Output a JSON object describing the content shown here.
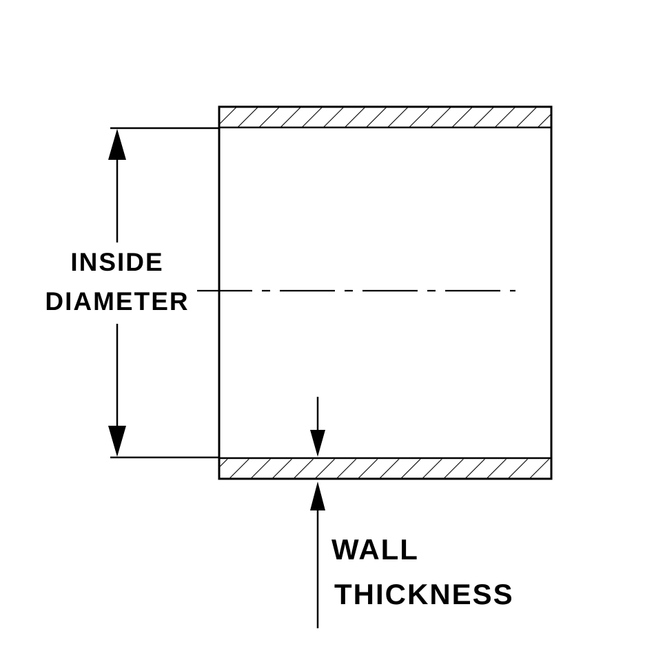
{
  "page": {
    "background_color": "#ffffff",
    "line_color": "#000000",
    "text_color": "#000000"
  },
  "labels": {
    "inside_diameter_line1": "INSIDE",
    "inside_diameter_line2": "DIAMETER",
    "wall_line1": "WALL",
    "wall_line2": "THICKNESS"
  }
}
